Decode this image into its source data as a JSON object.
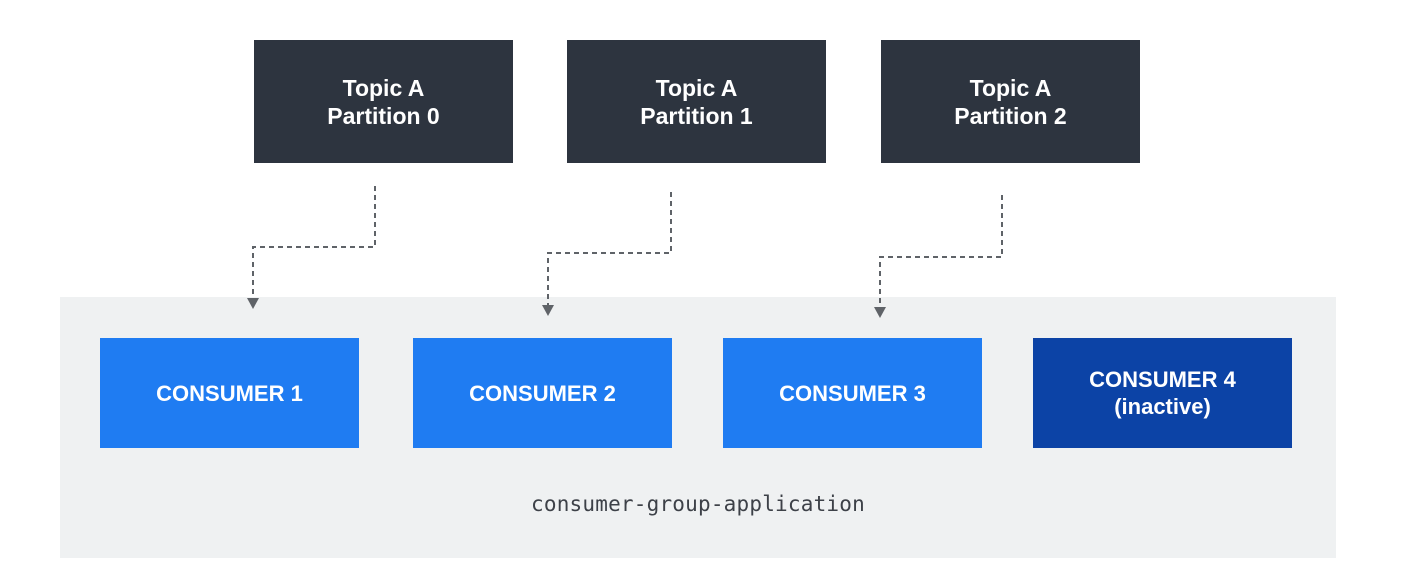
{
  "partitions": [
    {
      "line1": "Topic A",
      "line2": "Partition 0"
    },
    {
      "line1": "Topic A",
      "line2": "Partition 1"
    },
    {
      "line1": "Topic A",
      "line2": "Partition 2"
    }
  ],
  "consumers": [
    {
      "line1": "CONSUMER 1",
      "line2": "",
      "status": "active"
    },
    {
      "line1": "CONSUMER 2",
      "line2": "",
      "status": "active"
    },
    {
      "line1": "CONSUMER 3",
      "line2": "",
      "status": "active"
    },
    {
      "line1": "CONSUMER 4",
      "line2": "(inactive)",
      "status": "inactive"
    }
  ],
  "group": {
    "label": "consumer-group-application"
  },
  "colors": {
    "partition_bg": "#2d343f",
    "consumer_active_bg": "#1f7cf2",
    "consumer_inactive_bg": "#0c43a6",
    "group_bg": "#eff1f2",
    "connector": "#5f6368"
  }
}
